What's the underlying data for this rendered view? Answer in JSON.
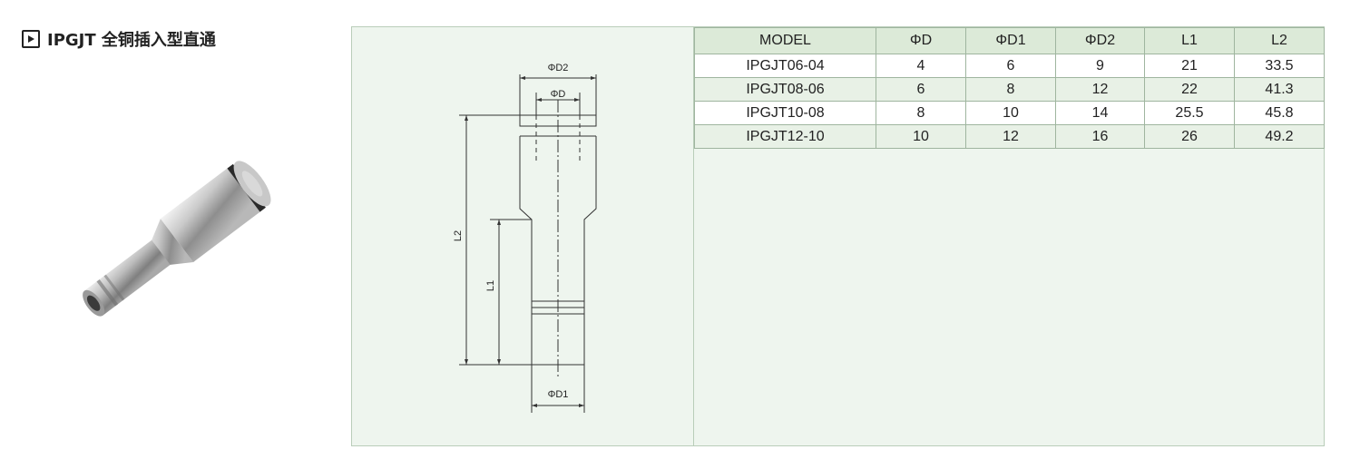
{
  "title": "IPGJT 全铜插入型直通",
  "icons": {
    "title": "play-icon"
  },
  "drawing": {
    "label_d2": "ΦD2",
    "label_d": "ΦD",
    "label_d1": "ΦD1",
    "label_l2": "L2",
    "label_l1": "L1"
  },
  "table": {
    "headers": [
      "MODEL",
      "ΦD",
      "ΦD1",
      "ΦD2",
      "L1",
      "L2"
    ],
    "rows": [
      [
        "IPGJT06-04",
        "4",
        "6",
        "9",
        "21",
        "33.5"
      ],
      [
        "IPGJT08-06",
        "6",
        "8",
        "12",
        "22",
        "41.3"
      ],
      [
        "IPGJT10-08",
        "8",
        "10",
        "14",
        "25.5",
        "45.8"
      ],
      [
        "IPGJT12-10",
        "10",
        "12",
        "16",
        "26",
        "49.2"
      ]
    ]
  }
}
